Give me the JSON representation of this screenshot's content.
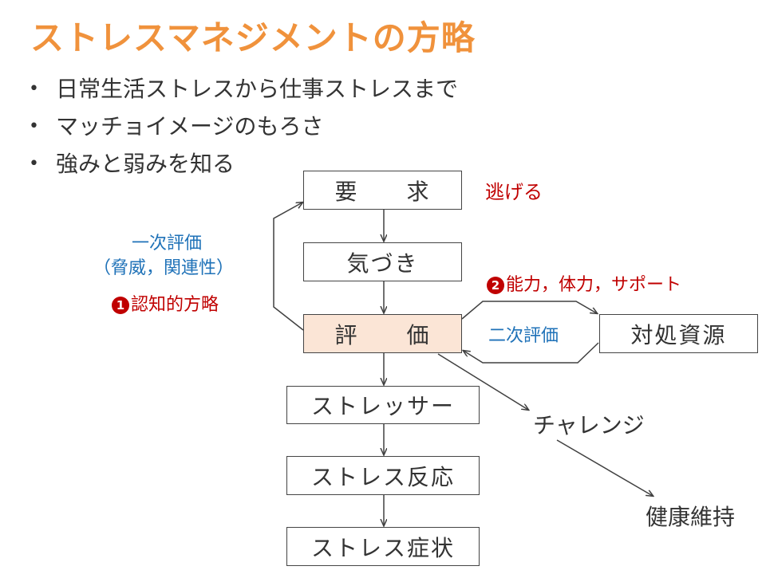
{
  "title": "ストレスマネジメントの方略",
  "bullets": [
    "日常生活ストレスから仕事ストレスまで",
    "マッチョイメージのもろさ",
    "強みと弱みを知る"
  ],
  "bullet_glyph": "•",
  "boxes": {
    "demand": "要　　求",
    "awareness": "気づき",
    "appraisal": "評　　価",
    "stressor": "ストレッサー",
    "stress_reaction": "ストレス反応",
    "stress_symptom": "ストレス症状",
    "coping_resources": "対処資源"
  },
  "labels": {
    "escape": "逃げる",
    "primary_appraisal": "一次評価",
    "threat_label": "（脅威，関連性）",
    "strategy1_num": "1",
    "strategy1_text": "認知的方略",
    "strategy2_num": "2",
    "strategy2_text": "能力，体力，サポート",
    "secondary_appraisal": "二次評価",
    "challenge": "チャレンジ",
    "health": "健康維持"
  },
  "colors": {
    "title": "#f0923c",
    "red": "#c00000",
    "blue": "#1f72b8",
    "appraisal_fill": "#fbe5d6",
    "text": "#333333",
    "line": "#404040"
  }
}
